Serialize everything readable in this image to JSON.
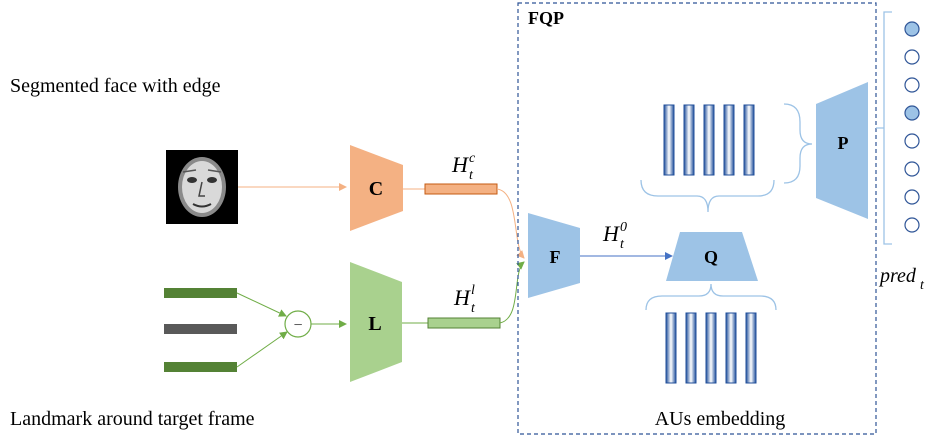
{
  "labels": {
    "segmented_face": "Segmented face with edge",
    "landmark": "Landmark around target frame",
    "fqp": "FQP",
    "aus_embedding": "AUs embedding",
    "minus": "−"
  },
  "blocks": {
    "c": "C",
    "l": "L",
    "f": "F",
    "q": "Q",
    "p": "P"
  },
  "features": {
    "hc_base": "H",
    "hc_sub": "t",
    "hc_sup": "c",
    "hl_base": "H",
    "hl_sub": "t",
    "hl_sup": "l",
    "h0_base": "H",
    "h0_sub": "t",
    "h0_sup": "0"
  },
  "output": {
    "pred_base": "pred",
    "pred_sub": "t",
    "circles_filled": [
      true,
      false,
      false,
      true,
      false,
      false,
      false,
      false
    ]
  },
  "colors": {
    "c_block": "#f4b183",
    "l_block": "#a9d18e",
    "blue_block": "#9dc3e6",
    "landmark_green": "#548235",
    "landmark_gray": "#595959",
    "fqp_border": "#2f5597",
    "circle_stroke": "#2f5597",
    "circle_fill": "#9dc3e6"
  }
}
